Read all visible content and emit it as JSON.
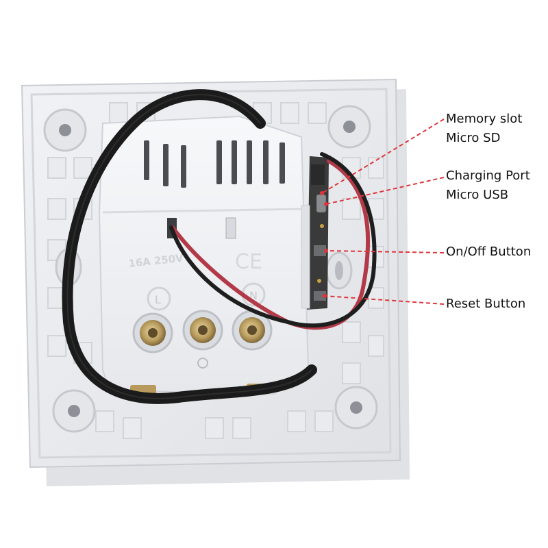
{
  "image": {
    "subject": "back of a wall socket",
    "embossed_text": {
      "rating": "16A 250V",
      "ce_mark": "CE",
      "live": "L",
      "neutral": "N"
    }
  },
  "callouts": [
    {
      "id": "memory-slot",
      "lines": [
        "Memory slot",
        "Micro SD"
      ]
    },
    {
      "id": "charging-port",
      "lines": [
        "Charging Port",
        "Micro USB"
      ]
    },
    {
      "id": "on-off-button",
      "lines": [
        "On/Off Button"
      ]
    },
    {
      "id": "reset-button",
      "lines": [
        "Reset Button"
      ]
    }
  ],
  "colors": {
    "leader_line": "#e0353b",
    "plate": "#eceef1",
    "wire_red": "#b23a48",
    "wire_black": "#1e1e1e",
    "ribbon": "#1b1b1b",
    "pcb": "#3a3a3a"
  }
}
